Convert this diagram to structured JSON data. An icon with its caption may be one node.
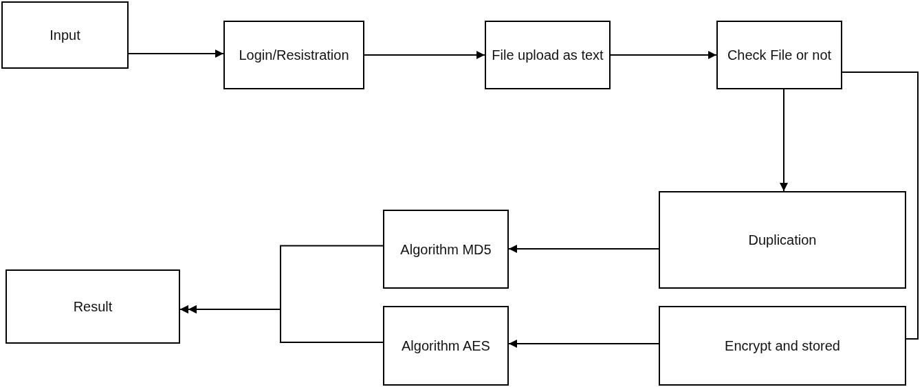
{
  "diagram": {
    "nodes": [
      {
        "text": [
          "Input"
        ]
      },
      {
        "text": [
          "Login/Resistration"
        ]
      },
      {
        "text": [
          "File upload as text"
        ]
      },
      {
        "text": [
          "Check File or not"
        ]
      },
      {
        "text": [
          "Duplication"
        ]
      },
      {
        "text": [
          "Algorithm MD5"
        ]
      },
      {
        "text": [
          "Result"
        ]
      },
      {
        "text": [
          "Algorithm AES"
        ]
      },
      {
        "text": [
          "Encrypt and stored"
        ]
      }
    ],
    "edges": [
      {
        "from": 0,
        "to": 1,
        "arrow": "to"
      },
      {
        "from": 1,
        "to": 2,
        "arrow": "to"
      },
      {
        "from": 2,
        "to": 3,
        "arrow": "to"
      },
      {
        "from": 3,
        "to": 4,
        "arrow": "to"
      },
      {
        "from": 3,
        "to": 8,
        "arrow": "none"
      },
      {
        "from": 4,
        "to": 5,
        "arrow": "to"
      },
      {
        "from": 8,
        "to": 7,
        "arrow": "to"
      },
      {
        "from": 5,
        "to": 6,
        "arrow": "to"
      },
      {
        "from": 7,
        "to": 6,
        "arrow": "to"
      }
    ]
  }
}
